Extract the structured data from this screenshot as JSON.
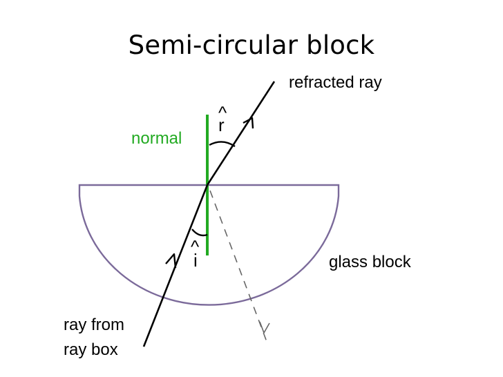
{
  "title": "Semi-circular block",
  "labels": {
    "refracted_ray": "refracted ray",
    "normal": "normal",
    "glass_block": "glass block",
    "ray_from_line1": "ray from",
    "ray_from_line2": "ray box",
    "angle_r": "r",
    "angle_i": "i",
    "hat": "^"
  },
  "colors": {
    "normal": "#22aa22",
    "block_outline": "#7b6a9a",
    "ray": "#000000",
    "text": "#000000"
  }
}
